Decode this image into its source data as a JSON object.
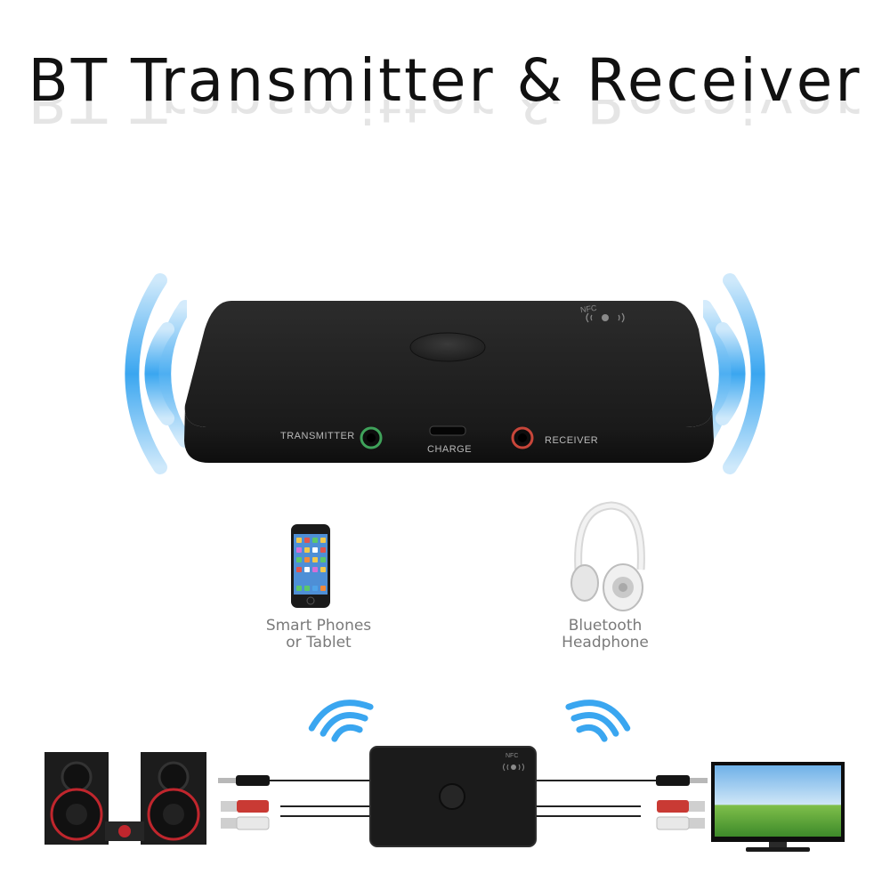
{
  "title": "BT Transmitter & Receiver",
  "device": {
    "nfc_label": "NFC",
    "transmitter_label": "TRANSMITTER",
    "charge_label": "CHARGE",
    "receiver_label": "RECEIVER"
  },
  "devices": {
    "phone_caption_line1": "Smart Phones",
    "phone_caption_line2": "or Tablet",
    "headphone_caption_line1": "Bluetooth",
    "headphone_caption_line2": "Headphone"
  },
  "small_device": {
    "nfc_label": "NFC"
  },
  "colors": {
    "wave_blue": "#3aa6f0",
    "device_body": "#1b1b1b",
    "transmitter_port": "#3fa25a",
    "receiver_port": "#c8463a"
  }
}
